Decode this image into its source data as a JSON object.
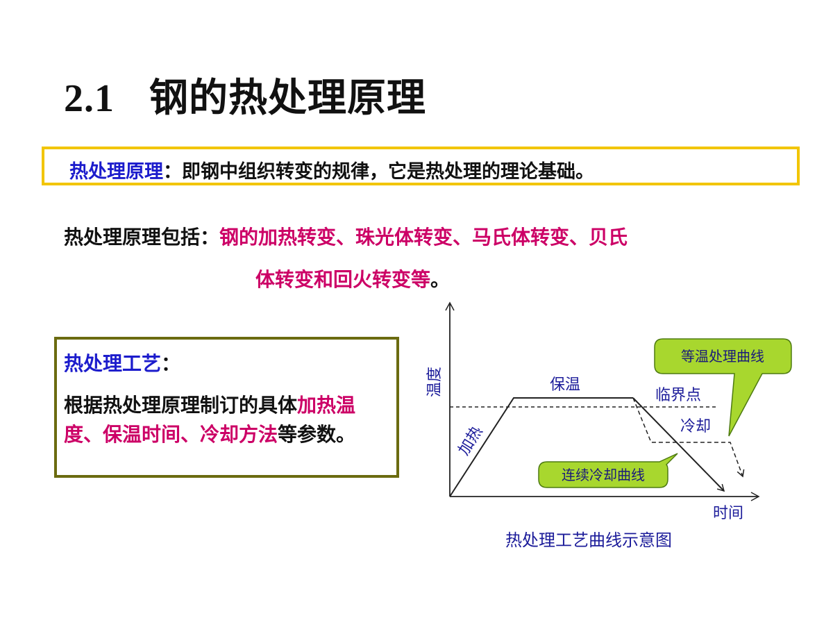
{
  "title": {
    "number": "2.1",
    "text": "钢的热处理原理"
  },
  "definition": {
    "term": "热处理原理",
    "text": "：即钢中组织转变的规律，它是热处理的理论基础。"
  },
  "includes": {
    "prefix": "热处理原理包括：",
    "items_line1": "钢的加热转变、珠光体转变、马氏体转变、贝氏",
    "items_line2": "体转变和回火转变等",
    "end": "。"
  },
  "process": {
    "term": "热处理工艺",
    "colon": "：",
    "body_start": "根据热处理原理制订的具体",
    "highlight": "加热温度、保温时间、冷却方法",
    "body_end": "等参数。"
  },
  "diagram": {
    "y_axis_label": "温度",
    "x_axis_label": "时间",
    "heating_label": "加热",
    "holding_label": "保温",
    "critical_label": "临界点",
    "cooling_label": "冷却",
    "isothermal_callout": "等温处理曲线",
    "continuous_callout": "连续冷却曲线",
    "caption": "热处理工艺曲线示意图",
    "colors": {
      "callout_fill": "#a8d72e",
      "callout_stroke": "#4d7a10",
      "label": "#1c1c9a"
    }
  }
}
